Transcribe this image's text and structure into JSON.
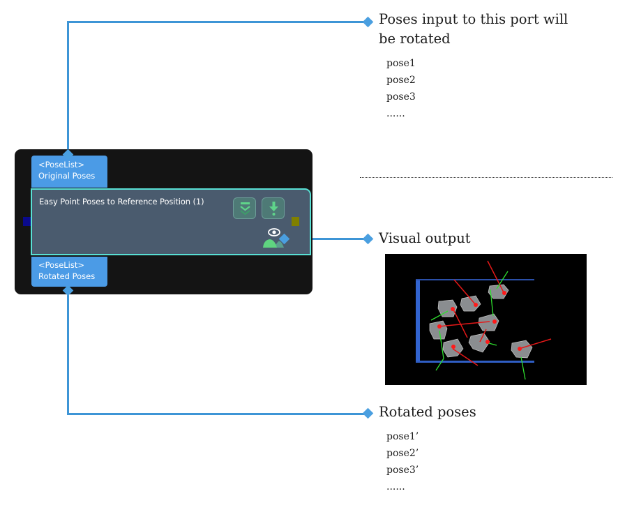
{
  "node": {
    "title": "Easy Point Poses to Reference Position (1)",
    "input_port": {
      "type": "<PoseList>",
      "name": "Original Poses"
    },
    "output_port": {
      "type": "<PoseList>",
      "name": "Rotated Poses"
    },
    "buttons": [
      {
        "icon": "collapse-chevrons-icon"
      },
      {
        "icon": "download-arrow-icon"
      }
    ],
    "visual_output_icon": "eye-mountain-icon",
    "colors": {
      "panel": "#141414",
      "body": "#4a5b6e",
      "border": "#58e0d4",
      "port_tab": "#4b9be6",
      "left_port": "#0a0a8c",
      "right_port": "#808000"
    }
  },
  "callouts": {
    "input": {
      "title_line1": "Poses input to this port will",
      "title_line2": "be rotated",
      "items": [
        "pose1",
        "pose2",
        "pose3",
        "......"
      ]
    },
    "visual": {
      "title": "Visual output"
    },
    "output": {
      "title": "Rotated poses",
      "items": [
        "pose1’",
        "pose2’",
        "pose3’",
        "......"
      ]
    }
  },
  "connector_color": "#3e95d6"
}
